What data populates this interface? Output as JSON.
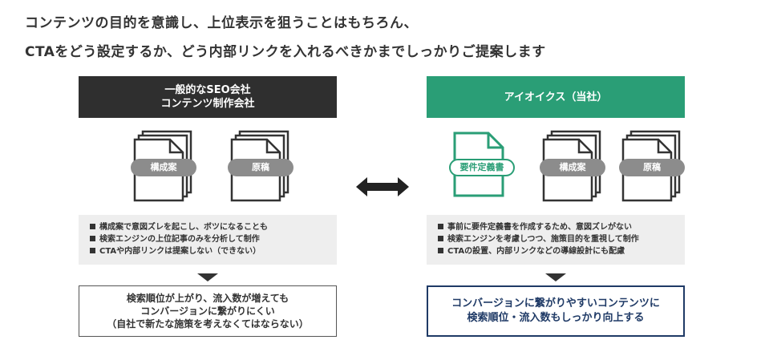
{
  "heading": {
    "line1": "コンテンツの目的を意識し、上位表示を狙うことはもちろん、",
    "line2": "CTAをどう設定するか、どう内部リンクを入れるべきかまでしっかりご提案します"
  },
  "left": {
    "header_line1": "一般的なSEO会社",
    "header_line2": "コンテンツ制作会社",
    "docs": [
      "構成案",
      "原稿"
    ],
    "bullets": [
      "構成案で意図ズレを起こし、ボツになることも",
      "検索エンジンの上位記事のみを分析して制作",
      "CTAや内部リンクは提案しない（できない）"
    ],
    "result_lines": [
      "検索順位が上がり、流入数が増えても",
      "コンバージョンに繋がりにくい",
      "（自社で新たな施策を考えなくてはならない）"
    ]
  },
  "right": {
    "header": "アイオイクス（当社）",
    "docs": [
      "要件定義書",
      "構成案",
      "原稿"
    ],
    "bullets": [
      "事前に要件定義書を作成するため、意図ズレがない",
      "検索エンジンを考慮しつつ、施策目的を重視して制作",
      "CTAの設置、内部リンクなどの導線設計にも配慮"
    ],
    "result_lines": [
      "コンバージョンに繋がりやすいコンテンツに",
      "検索順位・流入数もしっかり向上する"
    ]
  },
  "colors": {
    "dark": "#2f2f2f",
    "green": "#2a9e76",
    "navy": "#1f3a66",
    "pill_gray": "#8c8c8c",
    "bullet_bg": "#eeeeee"
  },
  "icons": [
    "document-stack-icon",
    "document-icon",
    "double-arrow-icon",
    "down-arrow-icon"
  ]
}
